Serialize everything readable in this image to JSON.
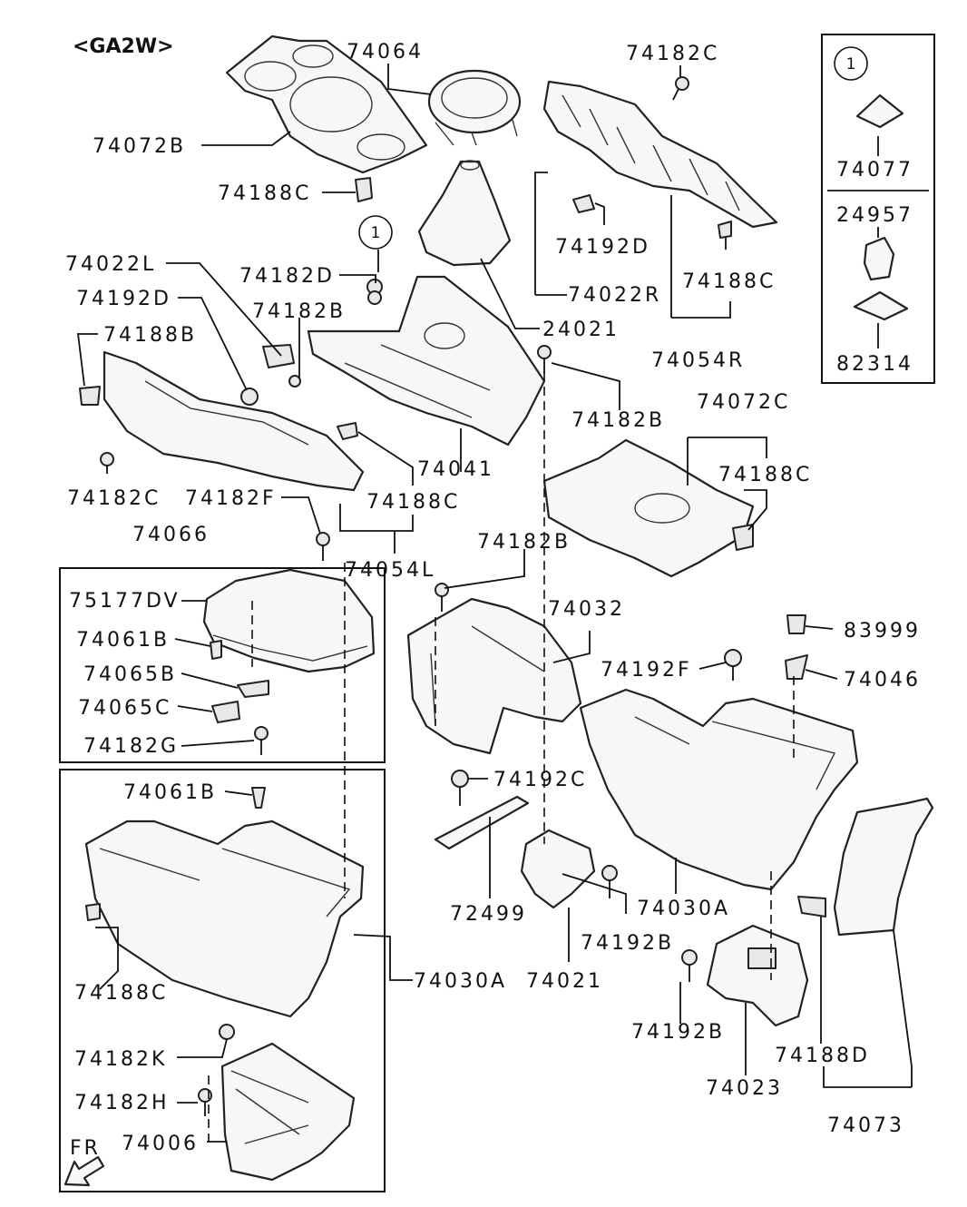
{
  "diagram": {
    "variant_label": "<GA2W>",
    "ref_marker": "1",
    "fr_label": "FR",
    "labels": {
      "l_74064": "74064",
      "l_74182C_top": "74182C",
      "l_74072B": "74072B",
      "l_74188C_a": "74188C",
      "l_74192D_r": "74192D",
      "l_74188C_r": "74188C",
      "l_74022R": "74022R",
      "l_24021": "24021",
      "l_74054R": "74054R",
      "l_74022L": "74022L",
      "l_74182D": "74182D",
      "l_74192D_l": "74192D",
      "l_74182B_a": "74182B",
      "l_74188B": "74188B",
      "l_74182B_b": "74182B",
      "l_74072C": "74072C",
      "l_74041": "74041",
      "l_74188C_b": "74188C",
      "l_74182C_l": "74182C",
      "l_74182F": "74182F",
      "l_74188C_c": "74188C",
      "l_74066": "74066",
      "l_74054L": "74054L",
      "l_74182B_c": "74182B",
      "l_75177DV": "75177DV",
      "l_74032": "74032",
      "l_74061B_a": "74061B",
      "l_83999": "83999",
      "l_74065B": "74065B",
      "l_74192F": "74192F",
      "l_74046": "74046",
      "l_74065C": "74065C",
      "l_74182G": "74182G",
      "l_74061B_b": "74061B",
      "l_74192C": "74192C",
      "l_72499": "72499",
      "l_74030A_r": "74030A",
      "l_74192B_a": "74192B",
      "l_74188C_d": "74188C",
      "l_74030A_l": "74030A",
      "l_74021": "74021",
      "l_74192B_b": "74192B",
      "l_74182K": "74182K",
      "l_74188D": "74188D",
      "l_74023": "74023",
      "l_74182H": "74182H",
      "l_74073": "74073",
      "l_74006": "74006",
      "l_74077": "74077",
      "l_24957": "24957",
      "l_82314": "82314"
    }
  }
}
